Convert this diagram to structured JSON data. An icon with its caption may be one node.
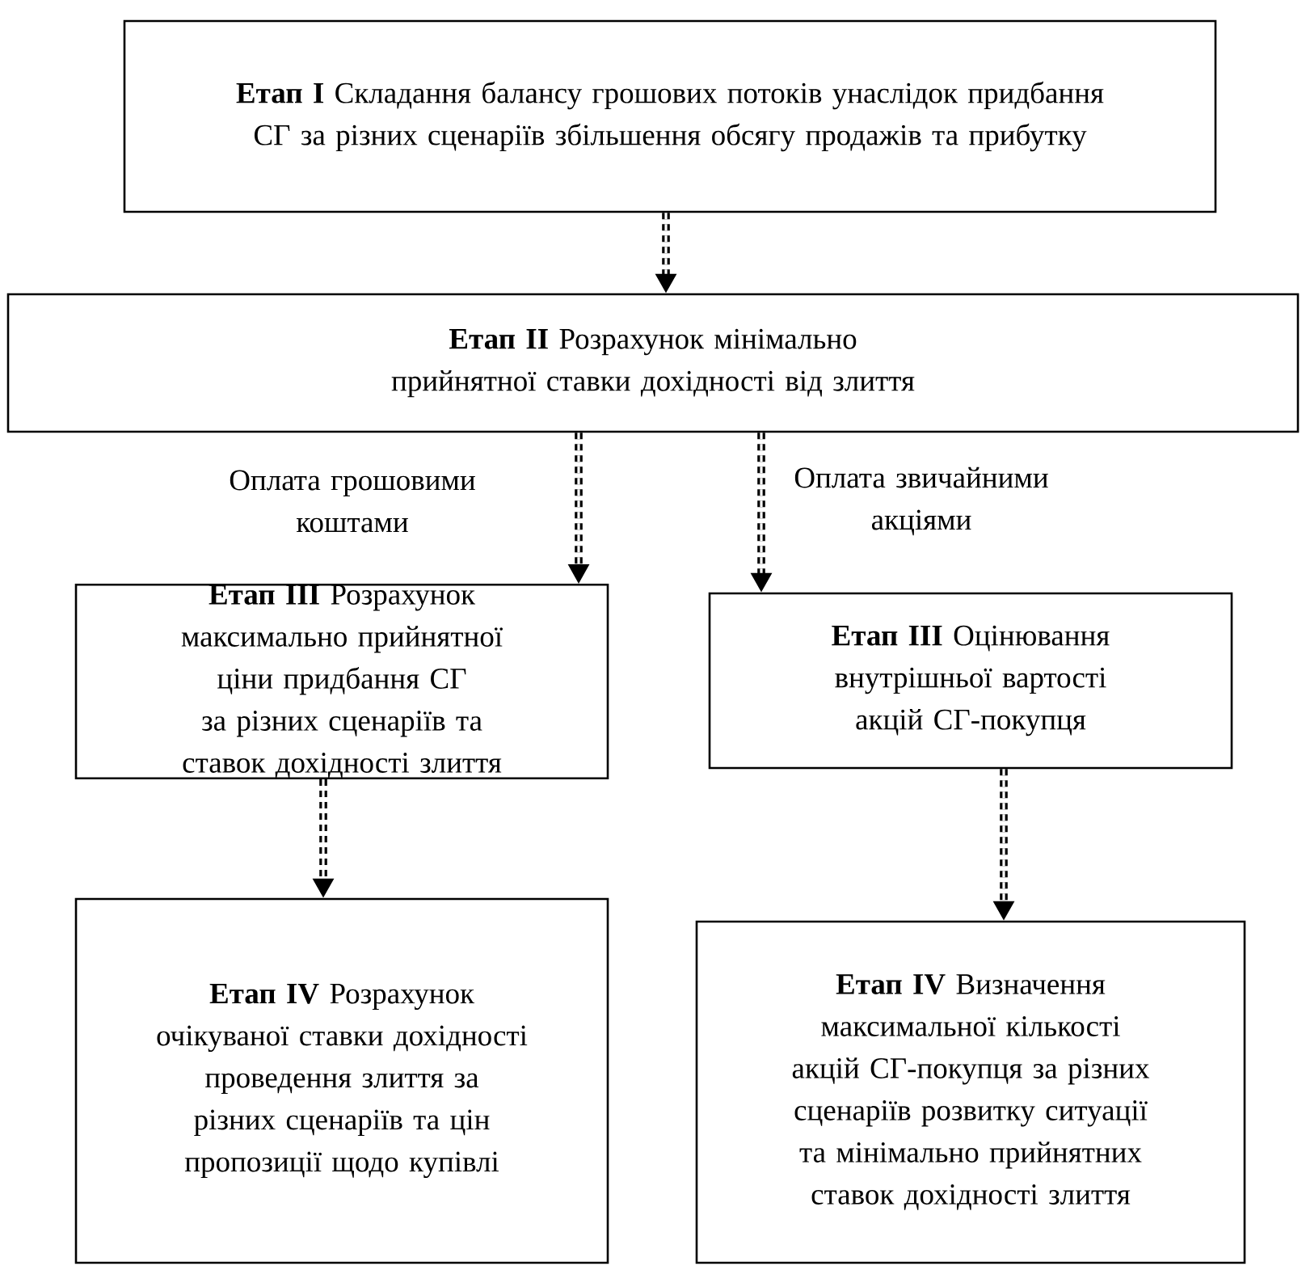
{
  "diagram": {
    "nodes": [
      {
        "text": [
          "**Етап I** Складання балансу грошових потоків унаслідок придбання СГ за різних сценаріїв збільшення обсягу продажів та прибутку"
        ]
      },
      {
        "text": [
          "**Етап II** Розрахунок мінімально прийнятної ставки дохідності від злиття"
        ]
      },
      {
        "text": [
          "**Етап III** Розрахунок максимально прийнятної ціни придбання СГ за різних сценаріїв та ставок дохідності злиття"
        ]
      },
      {
        "text": [
          "**Етап III** Оцінювання внутрішньої вартості акцій СГ-покупця"
        ]
      },
      {
        "text": [
          "**Етап IV** Розрахунок очікуваної ставки дохідності проведення злиття за різних сценаріїв та цін пропозиції щодо купівлі"
        ]
      },
      {
        "text": [
          "**Етап IV** Визначення максимальної кількості акцій СГ-покупця за різних сценаріїв розвитку ситуації та мінімально прийнятних ставок дохідності злиття"
        ]
      }
    ],
    "edges": [
      {
        "from": 0,
        "to": 1,
        "arrow": "to",
        "style": "dashed"
      },
      {
        "from": 1,
        "to": 2,
        "arrow": "to",
        "style": "dashed",
        "label": "Оплата грошовими коштами"
      },
      {
        "from": 1,
        "to": 3,
        "arrow": "to",
        "style": "dashed",
        "label": "Оплата звичайними акціями"
      },
      {
        "from": 2,
        "to": 4,
        "arrow": "to",
        "style": "dashed"
      },
      {
        "from": 3,
        "to": 5,
        "arrow": "to",
        "style": "dashed"
      }
    ]
  }
}
